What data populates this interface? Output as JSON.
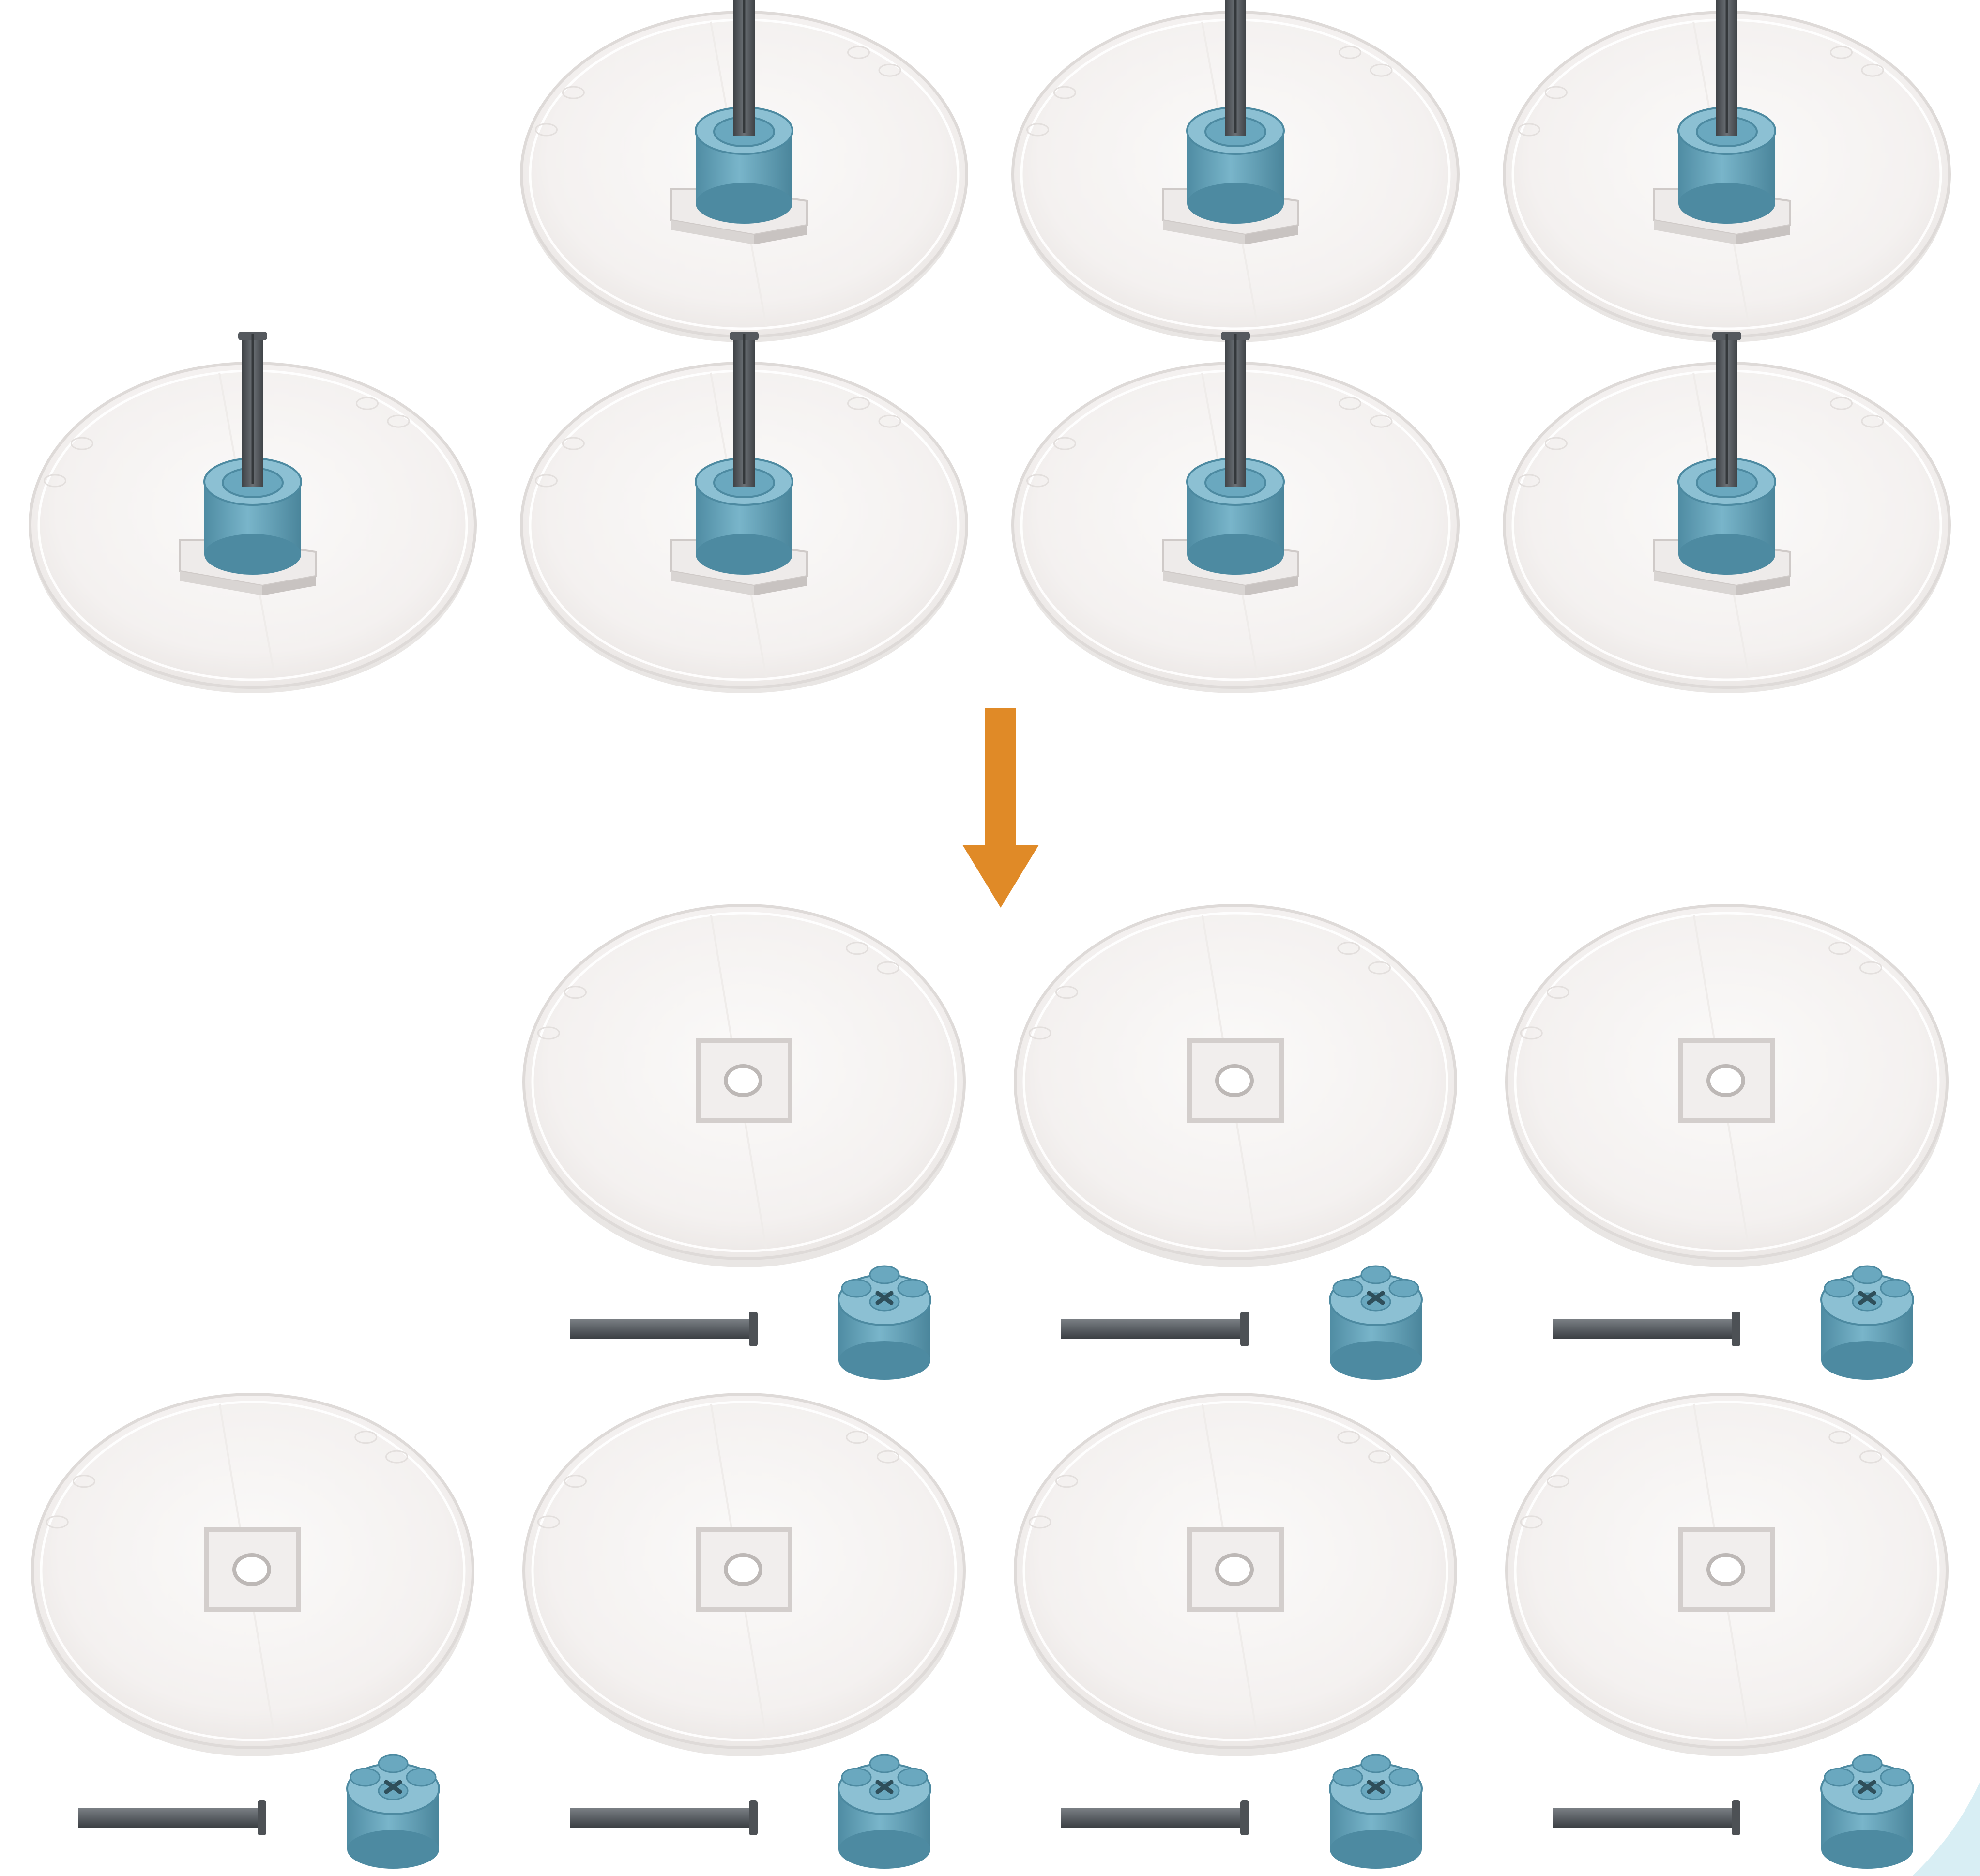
{
  "diagram": {
    "kind": "disassembly-instruction",
    "assembled_count": 7,
    "disassembled_count": 7,
    "parts_per_assembly": [
      "clear-dish",
      "tile-with-hole",
      "axle",
      "round-brick-with-axle-hole"
    ],
    "arrow_direction": "down"
  },
  "colors": {
    "background": "#ffffff",
    "dish_fill": "#f6f3f2",
    "dish_rim": "#e9e6e4",
    "tile": "#eeebea",
    "tile_edge": "#cfcac8",
    "axle": "#5f6469",
    "axle_dark": "#43474b",
    "brick": "#6aa8bf",
    "brick_dark": "#4d8aa1",
    "brick_light": "#8cc0d3",
    "arrow": "#e08a27",
    "corner_tint": "#d8eef4"
  }
}
